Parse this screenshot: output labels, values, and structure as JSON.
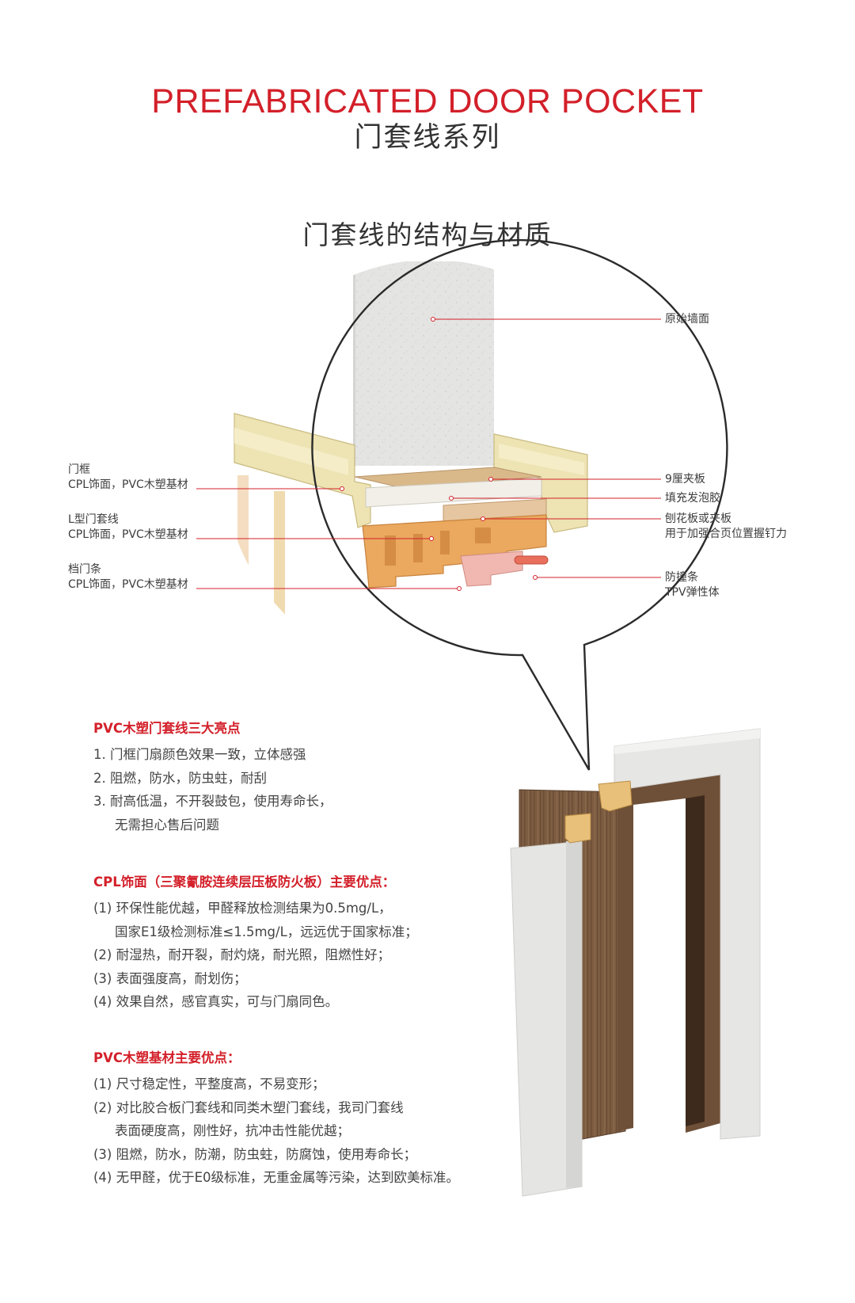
{
  "header": {
    "title_en": "PREFABRICATED DOOR POCKET",
    "title_cn": "门套线系列"
  },
  "section_title": "门套线的结构与材质",
  "labels": {
    "door_frame": {
      "name": "门框",
      "material": "CPL饰面，PVC木塑基材"
    },
    "l_casing": {
      "name": "L型门套线",
      "material": "CPL饰面，PVC木塑基材"
    },
    "door_stop": {
      "name": "档门条",
      "material": "CPL饰面，PVC木塑基材"
    },
    "original_wall": {
      "name": "原始墙面"
    },
    "plywood_9mm": {
      "name": "9厘夹板"
    },
    "foam_fill": {
      "name": "填充发泡胶"
    },
    "particle_board": {
      "name": "刨花板或夹板",
      "note": "用于加强合页位置握钉力"
    },
    "bumper_strip": {
      "name": "防撞条",
      "material": "TPV弹性体"
    }
  },
  "highlights": {
    "title": "PVC木塑门套线三大亮点",
    "items": [
      "1. 门框门扇颜色效果一致，立体感强",
      "2. 阻燃，防水，防虫蛀，耐刮",
      "3. 耐高低温，不开裂鼓包，使用寿命长，",
      "无需担心售后问题"
    ]
  },
  "cpl": {
    "title": "CPL饰面（三聚氰胺连续层压板防火板）主要优点：",
    "items": [
      "(1) 环保性能优越，甲醛释放检测结果为0.5mg/L，",
      "国家E1级检测标准≤1.5mg/L，远远优于国家标准；",
      "(2) 耐湿热，耐开裂，耐灼烧，耐光照，阻燃性好；",
      "(3) 表面强度高，耐划伤；",
      "(4) 效果自然，感官真实，可与门扇同色。"
    ]
  },
  "pvc": {
    "title": "PVC木塑基材主要优点：",
    "items": [
      "(1) 尺寸稳定性，平整度高，不易变形；",
      "(2) 对比胶合板门套线和同类木塑门套线，我司门套线",
      "表面硬度高，刚性好，抗冲击性能优越；",
      "(3) 阻燃，防水，防潮，防虫蛀，防腐蚀，使用寿命长；",
      "(4) 无甲醛，优于E0级标准，无重金属等污染，达到欧美标准。"
    ]
  },
  "colors": {
    "accent_red": "#d3202a",
    "wood_brown": "#7a5a40",
    "cpl_cream": "#ece2b0",
    "pvc_orange": "#e9a85c",
    "wall_grey": "#e6e6e4"
  }
}
